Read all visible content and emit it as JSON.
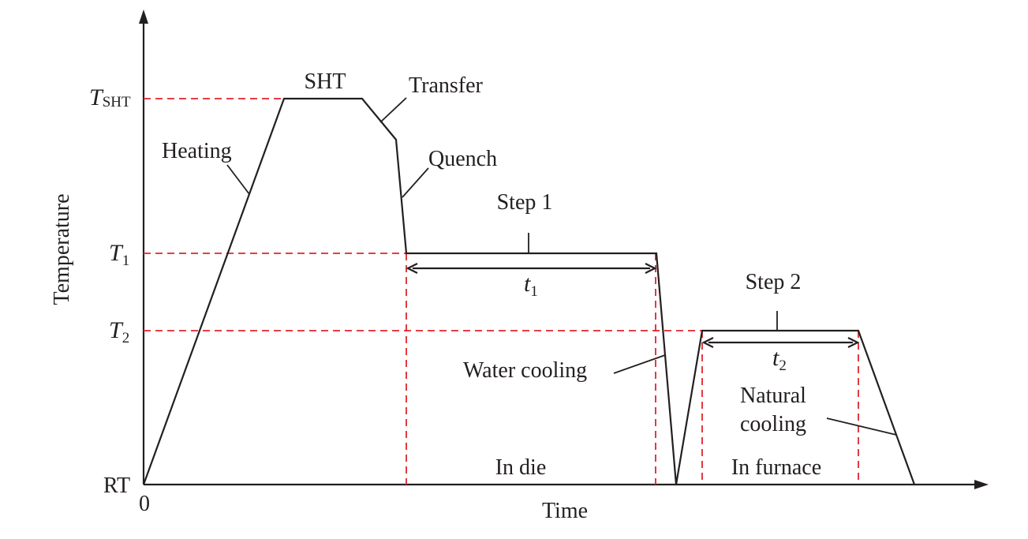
{
  "axes": {
    "y_label": "Temperature",
    "x_label": "Time",
    "origin_label": "0"
  },
  "temperature_levels": {
    "t_sht": {
      "main": "T",
      "sub": "SHT"
    },
    "t1": {
      "main": "T",
      "sub": "1"
    },
    "t2": {
      "main": "T",
      "sub": "2"
    },
    "rt": "RT"
  },
  "stage_labels": {
    "sht": "SHT",
    "transfer": "Transfer",
    "heating": "Heating",
    "quench": "Quench",
    "step1": "Step 1",
    "step2": "Step 2",
    "water_cooling": "Water cooling",
    "natural_cooling_line1": "Natural",
    "natural_cooling_line2": "cooling",
    "in_die": "In die",
    "in_furnace": "In furnace"
  },
  "durations": {
    "t1": {
      "main": "t",
      "sub": "1"
    },
    "t2": {
      "main": "t",
      "sub": "2"
    }
  },
  "colors": {
    "line": "#231f20",
    "dashed_guides": "#e0242b"
  }
}
